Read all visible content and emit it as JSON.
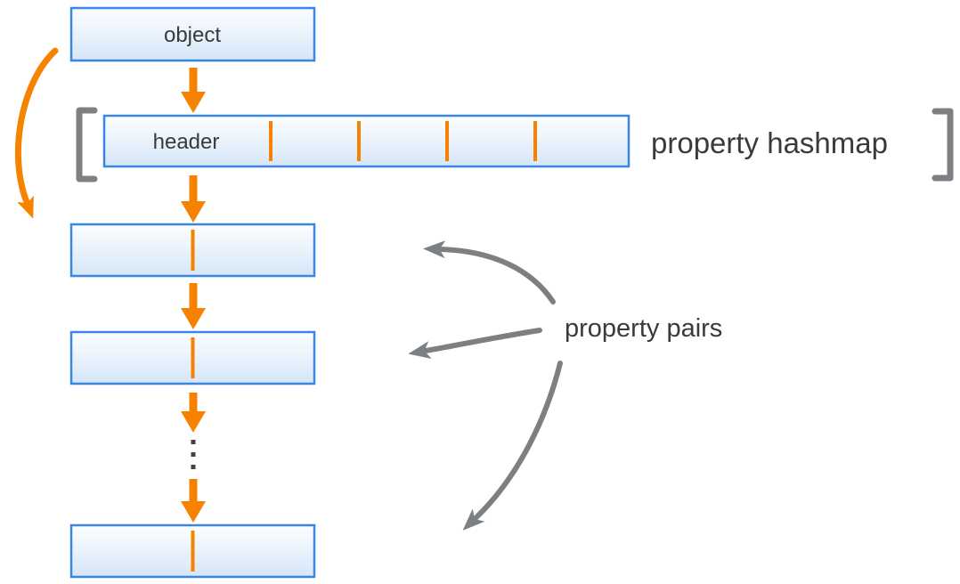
{
  "labels": {
    "object": "object",
    "header": "header",
    "property_hashmap": "property hashmap",
    "property_pairs": "property pairs"
  },
  "structure": {
    "hashmap_slot_dividers": 4,
    "hashmap_slots": 5,
    "property_pair_boxes_shown": 3,
    "pair_dividers_per_box": 1,
    "ellipsis_dots": 3
  },
  "colors": {
    "box_border": "#3A87E3",
    "box_fill_top": "#FDFEFF",
    "box_fill_bottom": "#D5E6F8",
    "orange": "#F78200",
    "gray": "#7D8083",
    "label_text": "#3A3A3C",
    "dot_color": "#434343"
  }
}
